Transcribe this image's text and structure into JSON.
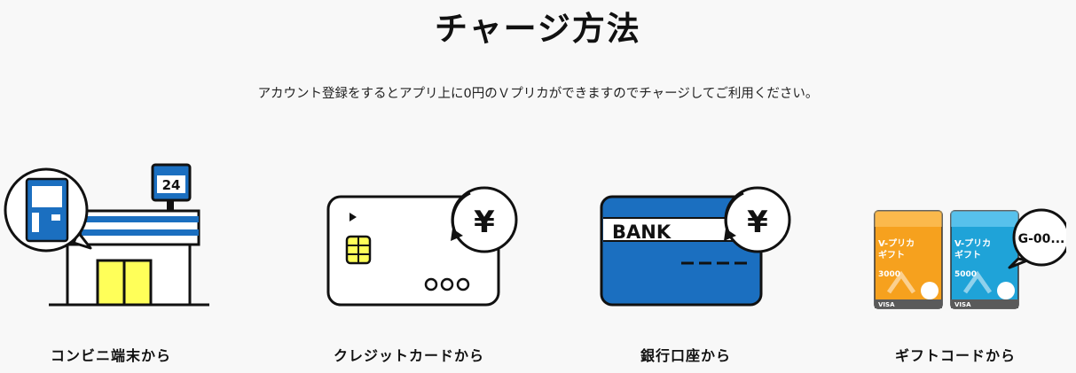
{
  "page": {
    "title": "チャージ方法",
    "subtitle": "アカウント登録をするとアプリ上に0円のＶプリカができますのでチャージしてご利用ください。"
  },
  "options": [
    {
      "label": "コンビニ端末から",
      "icon": "convenience-store-icon",
      "sign_text": "24"
    },
    {
      "label": "クレジットカードから",
      "icon": "credit-card-icon",
      "symbol": "¥"
    },
    {
      "label": "銀行口座から",
      "icon": "bank-card-icon",
      "card_text": "BANK",
      "symbol": "¥"
    },
    {
      "label": "ギフトコードから",
      "icon": "gift-card-icon",
      "bubble_text": "G-00...",
      "gift_cards": [
        {
          "brand": "V-プリカ",
          "subtitle": "ギフト",
          "amount": "3000",
          "network": "VISA"
        },
        {
          "brand": "V-プリカ",
          "subtitle": "ギフト",
          "amount": "5000",
          "network": "VISA"
        }
      ]
    }
  ],
  "colors": {
    "blue": "#1b6fc0",
    "yellow": "#ffff59",
    "orange": "#f6a11e",
    "teal": "#1fa3d8",
    "background": "#f8f8f8"
  }
}
